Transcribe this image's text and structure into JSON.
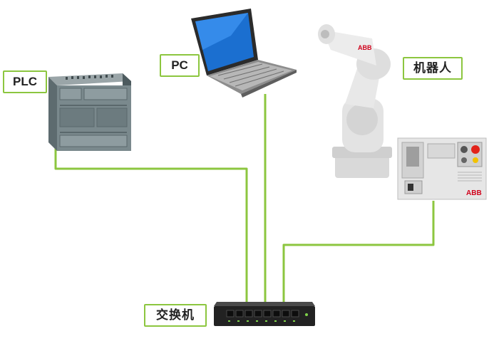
{
  "labels": {
    "plc": "PLC",
    "pc": "PC",
    "robot": "机器人",
    "switch": "交换机"
  },
  "branding": {
    "robot_logo": "ABB",
    "controller_logo": "ABB"
  },
  "colors": {
    "cable": "#8cc63f",
    "label_border": "#8cc63f",
    "label_text": "#222222"
  },
  "icons": [
    "plc-device-icon",
    "laptop-icon",
    "robot-arm-icon",
    "robot-controller-icon",
    "network-switch-icon"
  ]
}
